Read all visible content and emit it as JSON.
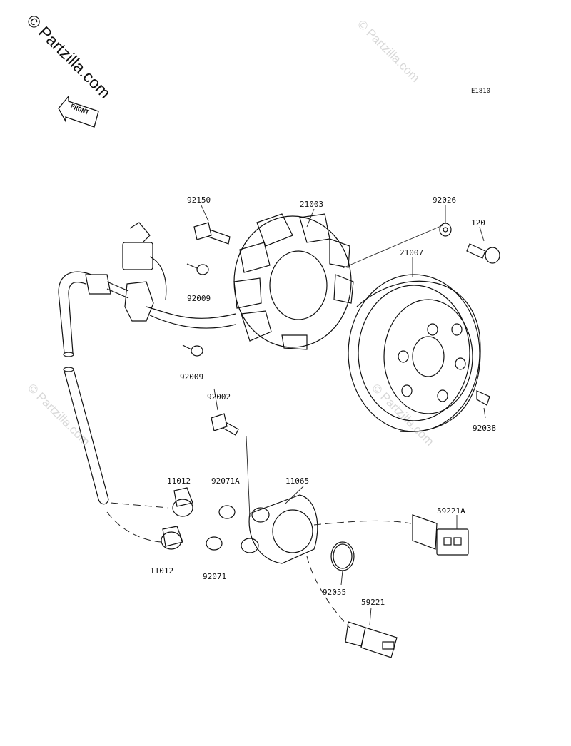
{
  "brand": {
    "text": "© Partzilla.com"
  },
  "watermarks": [
    "© Partzilla.com",
    "© Partzilla.com",
    "© Partzilla.com"
  ],
  "diagram_code": "E1810",
  "front_label": "FRONT",
  "parts": {
    "p92150": "92150",
    "p21003": "21003",
    "p92026": "92026",
    "p120": "120",
    "p21007": "21007",
    "p92009a": "92009",
    "p92009b": "92009",
    "p92002": "92002",
    "p92038": "92038",
    "p11012a": "11012",
    "p92071A": "92071A",
    "p11065": "11065",
    "p59221A": "59221A",
    "p11012b": "11012",
    "p92071": "92071",
    "p92055": "92055",
    "p59221": "59221"
  },
  "colors": {
    "line": "#111111",
    "watermark": "#d8d8d8",
    "background": "#ffffff"
  }
}
